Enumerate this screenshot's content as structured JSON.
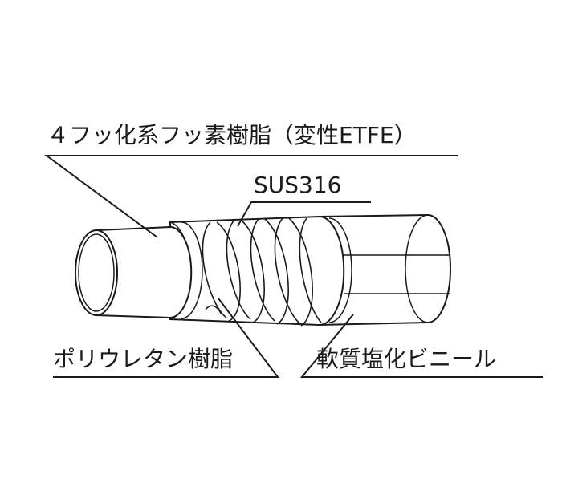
{
  "labels": {
    "etfe": "４フッ化系フッ素樹脂（変性ETFE）",
    "sus": "SUS316",
    "polyurethane": "ポリウレタン樹脂",
    "pvc": "軟質塩化ビニール"
  },
  "colors": {
    "ink": "#1a1a1a",
    "background": "#ffffff"
  }
}
